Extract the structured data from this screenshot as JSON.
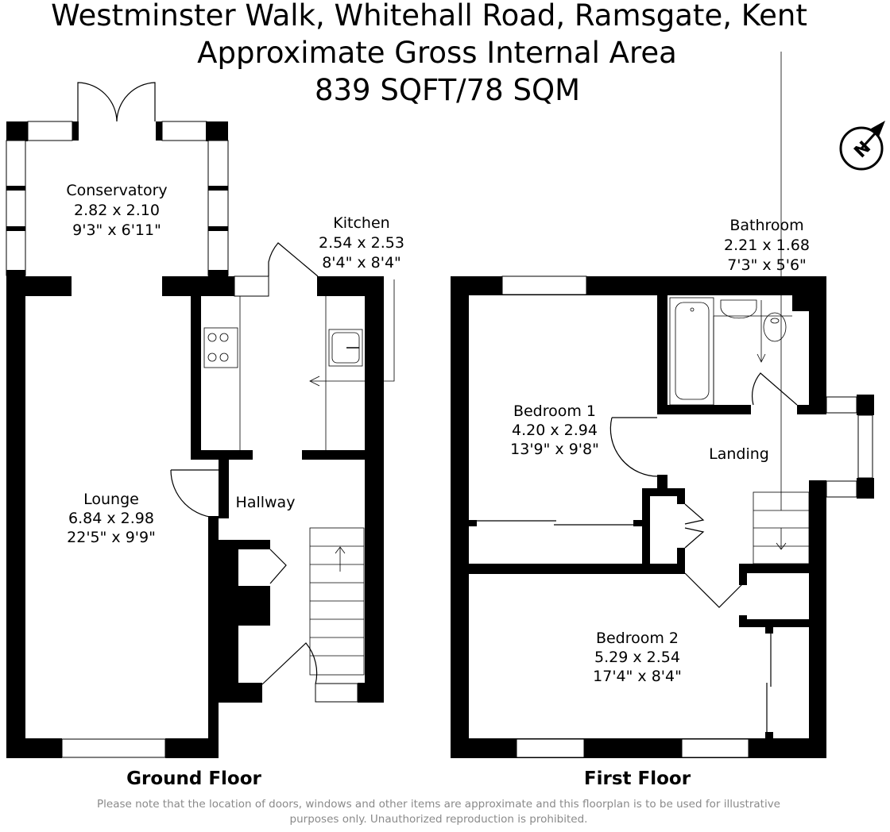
{
  "header": {
    "line1": "Westminster Walk, Whitehall Road, Ramsgate, Kent",
    "line2": "Approximate Gross Internal Area",
    "line3": "839 SQFT/78 SQM"
  },
  "compass": {
    "label": "N"
  },
  "ground_floor": {
    "label": "Ground Floor",
    "rooms": {
      "conservatory": {
        "name": "Conservatory",
        "metric": "2.82 x 2.10",
        "imperial": "9'3\" x 6'11\""
      },
      "kitchen": {
        "name": "Kitchen",
        "metric": "2.54 x 2.53",
        "imperial": "8'4\" x 8'4\""
      },
      "lounge": {
        "name": "Lounge",
        "metric": "6.84 x 2.98",
        "imperial": "22'5\" x 9'9\""
      },
      "hallway": {
        "name": "Hallway"
      }
    }
  },
  "first_floor": {
    "label": "First Floor",
    "rooms": {
      "bathroom": {
        "name": "Bathroom",
        "metric": "2.21 x 1.68",
        "imperial": "7'3\" x 5'6\""
      },
      "bedroom1": {
        "name": "Bedroom 1",
        "metric": "4.20 x 2.94",
        "imperial": "13'9\" x 9'8\""
      },
      "landing": {
        "name": "Landing"
      },
      "bedroom2": {
        "name": "Bedroom 2",
        "metric": "5.29 x 2.54",
        "imperial": "17'4\" x 8'4\""
      }
    }
  },
  "footer": {
    "line1": "Please note that the location of doors, windows and other items are approximate and this floorplan is to be used for illustrative",
    "line2": "purposes only. Unauthorized reproduction is prohibited."
  }
}
